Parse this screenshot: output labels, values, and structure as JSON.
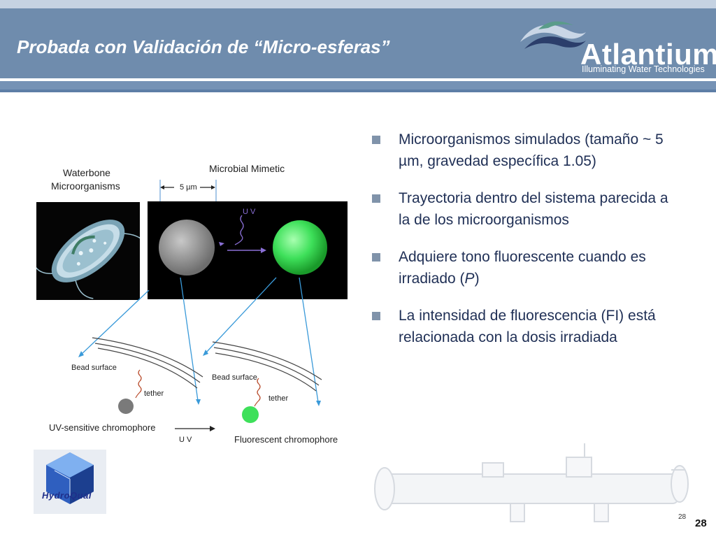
{
  "slide": {
    "title": "Probada con Validación de “Micro-esferas”",
    "page_number": "28",
    "page_number_small": "28"
  },
  "logo": {
    "name": "Atlantium",
    "tagline": "Illuminating Water Technologies"
  },
  "diagram": {
    "label_waterborne_line1": "Waterbone",
    "label_waterborne_line2": "Microorganisms",
    "label_mimetic": "Microbial Mimetic",
    "label_size": "5 µm",
    "label_uv_top": "U V",
    "label_bead_surface_1": "Bead surface",
    "label_tether_1": "tether",
    "label_uv_chromophore": "UV-sensitive chromophore",
    "label_uv_bottom": "U V",
    "label_bead_surface_2": "Bead surface",
    "label_tether_2": "tether",
    "label_fluorescent": "Fluorescent chromophore"
  },
  "bullets": [
    {
      "text": "Microorganismos simulados (tamaño ~ 5 µm, gravedad específica 1.05)"
    },
    {
      "text": "Trayectoria dentro del sistema parecida a la de los microorganismos"
    },
    {
      "text_before": "Adquiere tono fluorescente cuando es irradiado (",
      "italic": "P",
      "text_after": ")"
    },
    {
      "text": "La intensidad de fluorescencia (FI) está relacionada con la dosis irradiada"
    }
  ],
  "hydroqual": {
    "text": "HydroQual"
  },
  "colors": {
    "header": "#6f8cad",
    "bullet_text": "#1f2f55",
    "bullet_square": "#8093aa",
    "arrow": "#3a9ad9",
    "green_bead": "#3ee05a",
    "grey_bead": "#8a8a8a"
  }
}
